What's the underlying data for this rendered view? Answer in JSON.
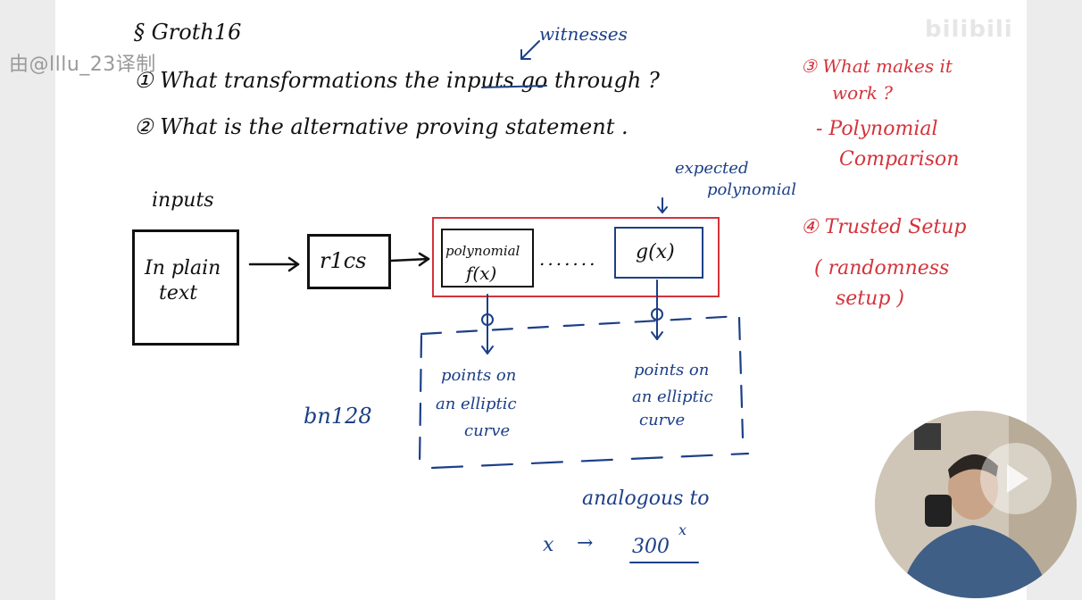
{
  "watermark": "bilibili",
  "subtitle": "由@lllu_23译制",
  "notes": {
    "heading": "§ Groth16",
    "annotation_witnesses": "witnesses",
    "q1": "① What transformations the inputs go through ?",
    "q2": "② What is the alternative proving statement .",
    "q3_line1": "③ What makes it",
    "q3_line2": "work ?",
    "q3_bullet_line1": "- Polynomial",
    "q3_bullet_line2": "Comparison",
    "q4": "④ Trusted Setup",
    "q4_sub_line1": "( randomness",
    "q4_sub_line2": "setup )"
  },
  "diagram": {
    "inputs_label": "inputs",
    "inputs_box_line1": "In plain",
    "inputs_box_line2": "text",
    "r1cs_label": "r1cs",
    "poly_line1": "polynomial",
    "poly_line2": "f(x)",
    "dots": ".......",
    "gx_label": "g(x)",
    "expected_line1": "expected",
    "expected_line2": "polynomial",
    "points_left_line1": "points on",
    "points_left_line2": "an elliptic",
    "points_left_line3": "curve",
    "points_right_line1": "points on",
    "points_right_line2": "an elliptic",
    "points_right_line3": "curve",
    "bn128": "bn128",
    "analogous": "analogous to",
    "x_label": "x",
    "arrow_glyph": "→",
    "power_base": "300",
    "power_exp": "x"
  },
  "colors": {
    "ink_black": "#111111",
    "ink_blue": "#1c3f86",
    "ink_red": "#d4333b"
  }
}
